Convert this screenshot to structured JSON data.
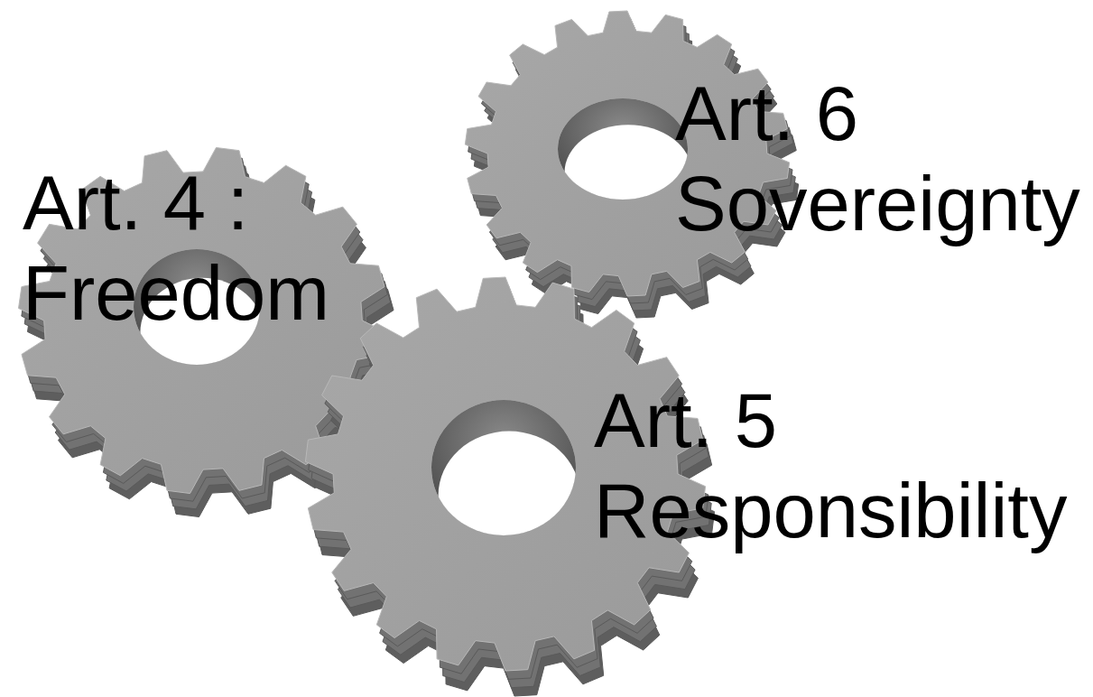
{
  "diagram": {
    "nodes": [
      {
        "text": [
          "Art. 6 Sovereignty"
        ]
      },
      {
        "text": [
          "Art. 4 : Freedom"
        ]
      },
      {
        "text": [
          "Art. 5 Responsibility"
        ]
      }
    ]
  }
}
